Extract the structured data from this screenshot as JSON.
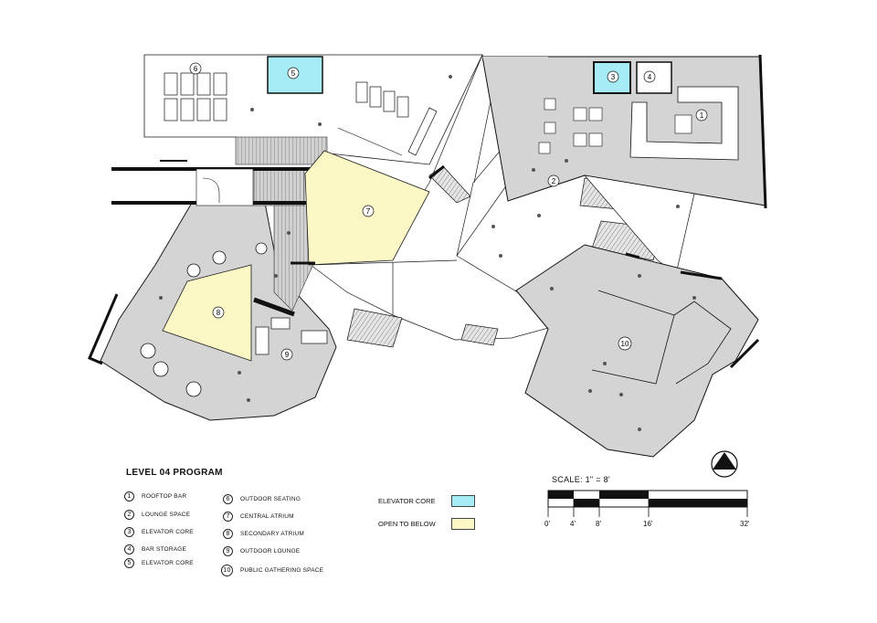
{
  "legend": {
    "title": "LEVEL 04 PROGRAM",
    "items": [
      {
        "num": "1",
        "label": "ROOFTOP BAR"
      },
      {
        "num": "2",
        "label": "LOUNGE SPACE"
      },
      {
        "num": "3",
        "label": "ELEVATOR CORE"
      },
      {
        "num": "4",
        "label": "BAR STORAGE"
      },
      {
        "num": "5",
        "label": "ELEVATOR CORE"
      },
      {
        "num": "6",
        "label": "OUTDOOR SEATING"
      },
      {
        "num": "7",
        "label": "CENTRAL ATRIUM"
      },
      {
        "num": "8",
        "label": "SECONDARY ATRIUM"
      },
      {
        "num": "9",
        "label": "OUTDOOR LOUNGE"
      },
      {
        "num": "10",
        "label": "PUBLIC GATHERING SPACE"
      }
    ]
  },
  "key": {
    "elevator_core": {
      "label": "ELEVATOR CORE",
      "color": "#a6ecf7"
    },
    "open_below": {
      "label": "OPEN TO BELOW",
      "color": "#fbf8c6"
    }
  },
  "scale": {
    "title": "SCALE: 1\" = 8'",
    "ticks": [
      "0'",
      "4'",
      "8'",
      "16'",
      "32'"
    ]
  },
  "colors": {
    "deck": "#d4d4d4",
    "open_below": "#fbf8c6",
    "elevator": "#a6ecf7",
    "line": "#1a1a1a"
  },
  "plan_labels": [
    "1",
    "2",
    "3",
    "4",
    "5",
    "6",
    "7",
    "8",
    "9",
    "10"
  ],
  "north_arrow": "north-arrow-icon"
}
